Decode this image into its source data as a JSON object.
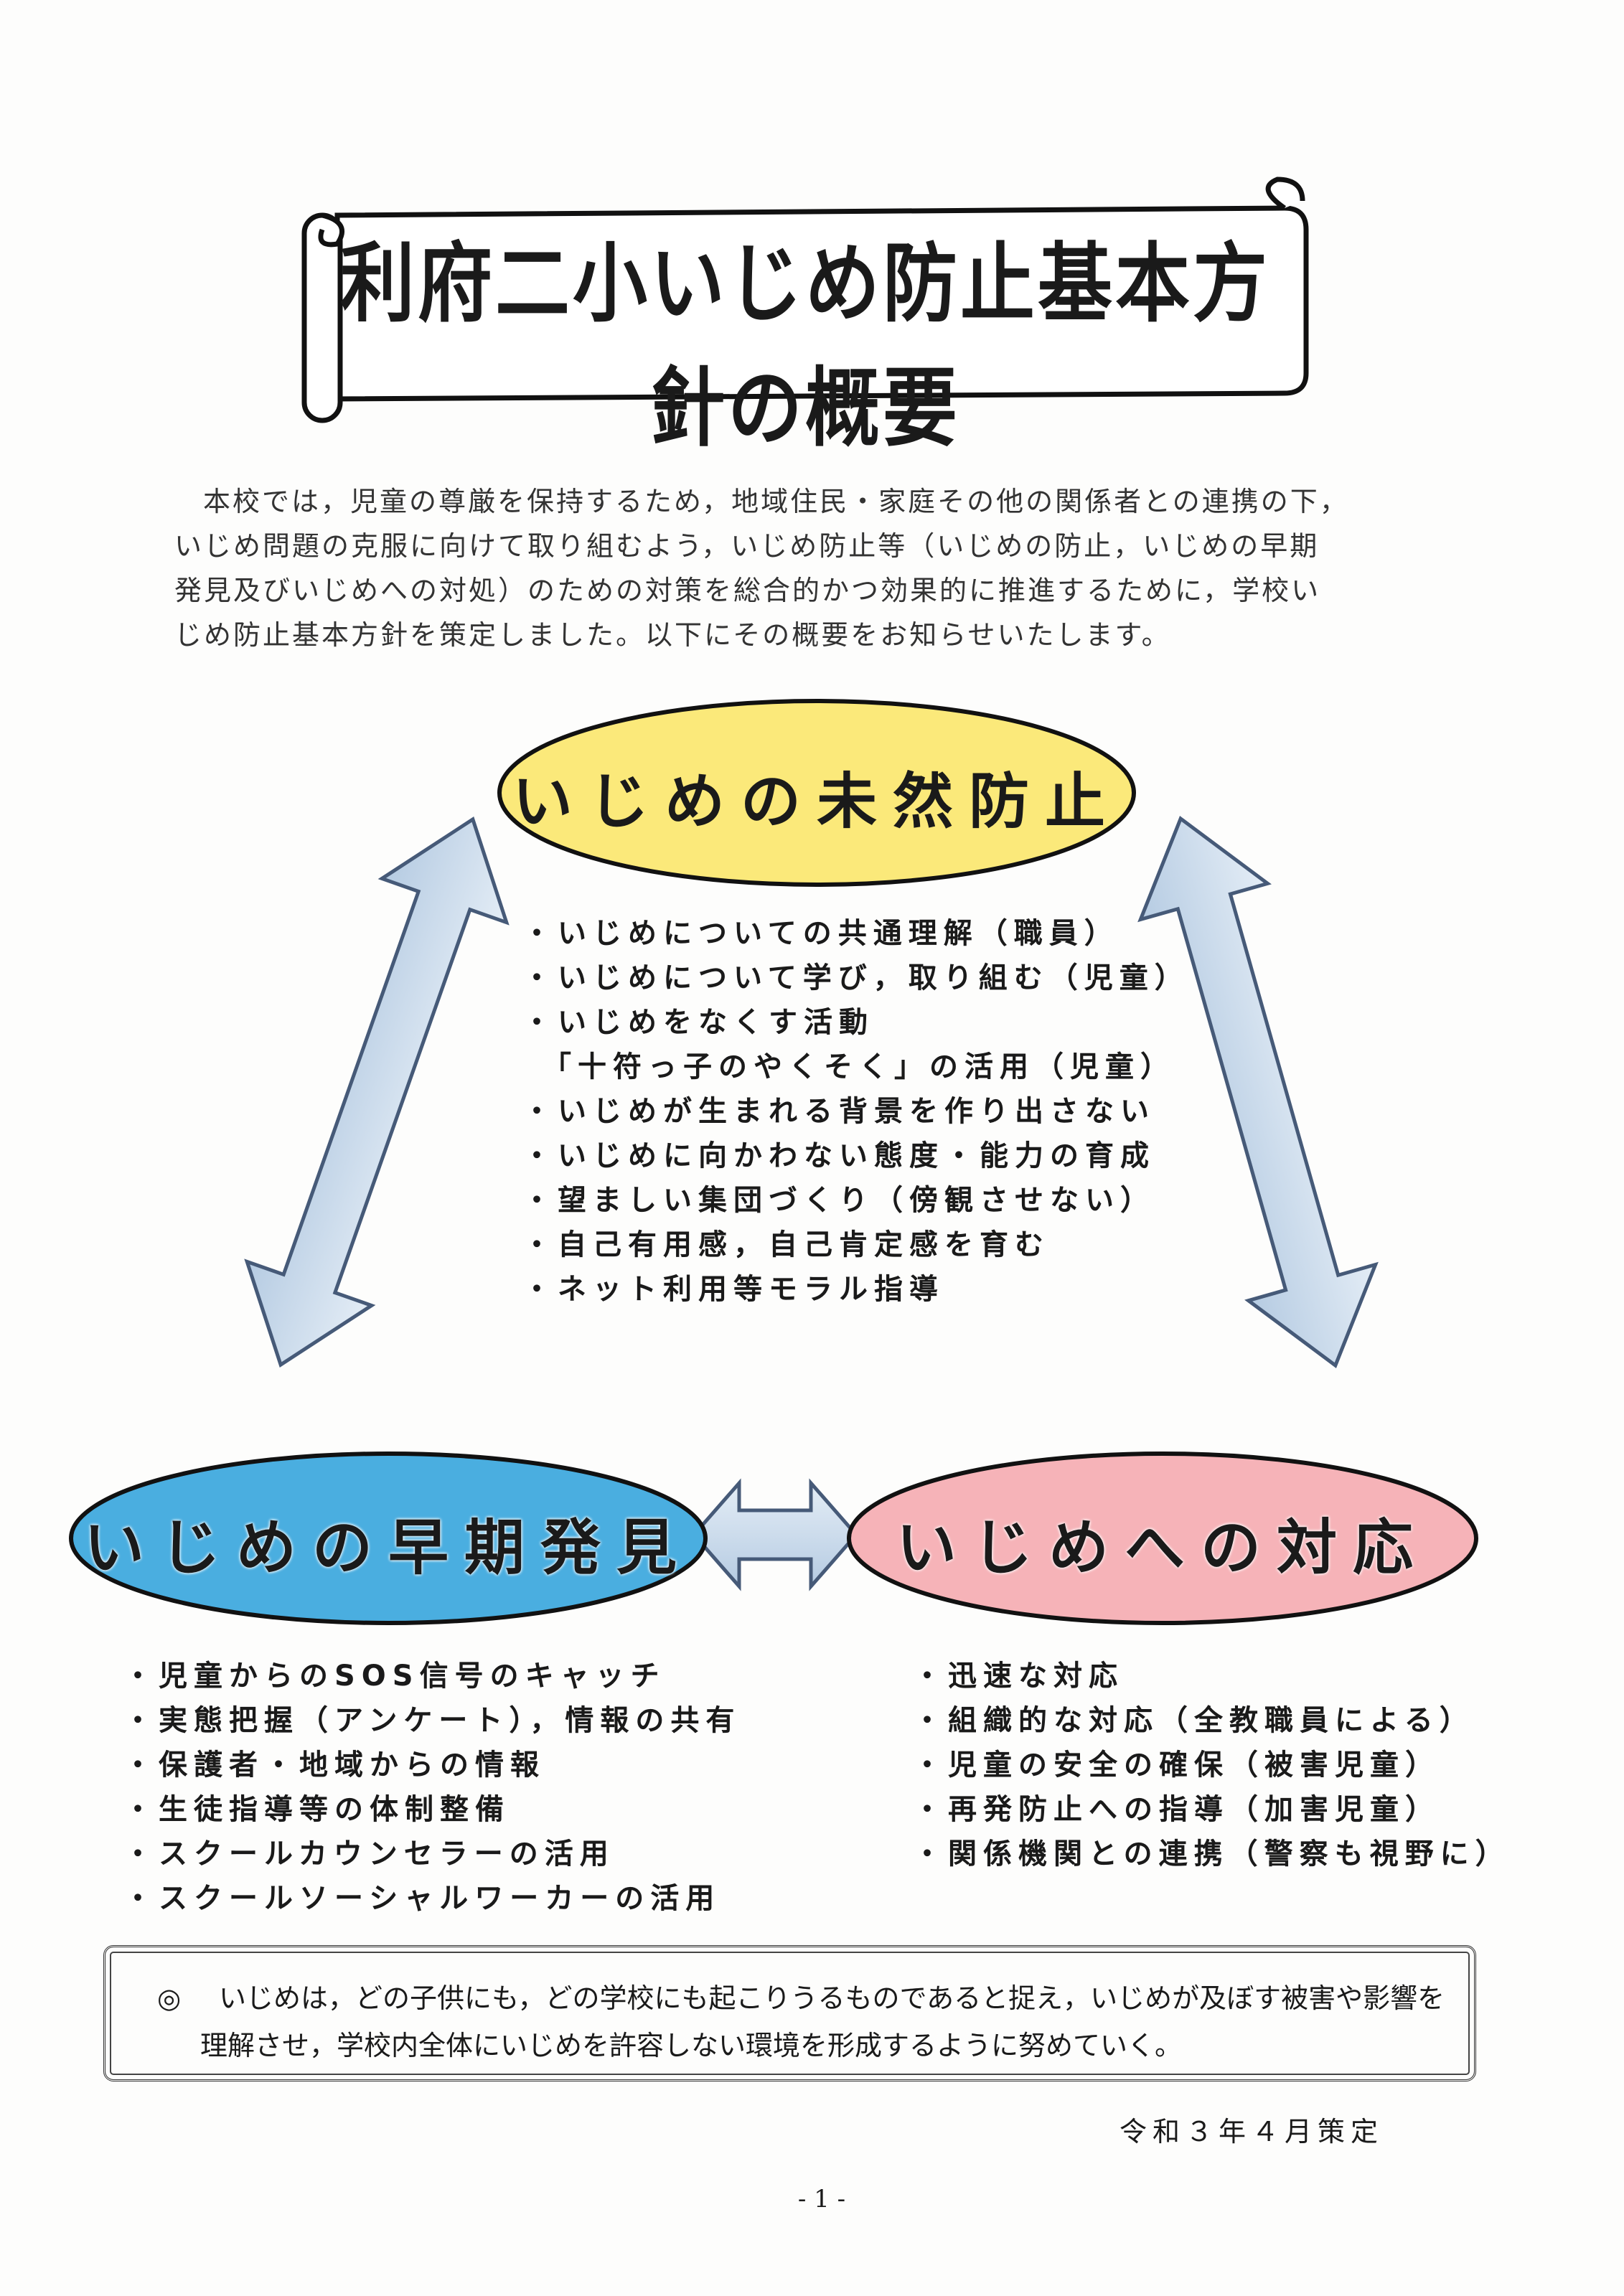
{
  "title": "利府二小いじめ防止基本方針の概要",
  "intro": [
    "本校では，児童の尊厳を保持するため，地域住民・家庭その他の関係者との連携の下，",
    "いじめ問題の克服に向けて取り組むよう，いじめ防止等（いじめの防止，いじめの早期",
    "発見及びいじめへの対処）のための対策を総合的かつ効果的に推進するために，学校い",
    "じめ防止基本方針を策定しました。以下にその概要をお知らせいたします。"
  ],
  "prevention": {
    "heading": "いじめの未然防止",
    "color": "#fbe97a",
    "items": [
      "・いじめについての共通理解（職員）",
      "・いじめについて学び，取り組む（児童）",
      "・いじめをなくす活動",
      "「十符っ子のやくそく」の活用（児童）",
      "・いじめが生まれる背景を作り出さない",
      "・いじめに向かわない態度・能力の育成",
      "・望ましい集団づくり（傍観させない）",
      "・自己有用感，自己肯定感を育む",
      "・ネット利用等モラル指導"
    ]
  },
  "early_detection": {
    "heading": "いじめの早期発見",
    "color": "#4aaee0",
    "items": [
      "・児童からのSOS信号のキャッチ",
      "・実態把握（アンケート），情報の共有",
      "・保護者・地域からの情報",
      "・生徒指導等の体制整備",
      "・スクールカウンセラーの活用",
      "・スクールソーシャルワーカーの活用"
    ]
  },
  "response": {
    "heading": "いじめへの対応",
    "color": "#f6b3b8",
    "items": [
      "・迅速な対応",
      "・組織的な対応（全教職員による）",
      "・児童の安全の確保（被害児童）",
      "・再発防止への指導（加害児童）",
      "・関係機関との連携（警察も視野に）"
    ]
  },
  "note": {
    "mark": "◎",
    "lines": [
      "いじめは，どの子供にも，どの学校にも起こりうるものであると捉え，いじめが及ぼす被害や影響を",
      "理解させ，学校内全体にいじめを許容しない環境を形成するように努めていく。"
    ]
  },
  "date": "令和３年４月策定",
  "page_number": "- 1 -",
  "arrow_color": "#c8d9ea"
}
